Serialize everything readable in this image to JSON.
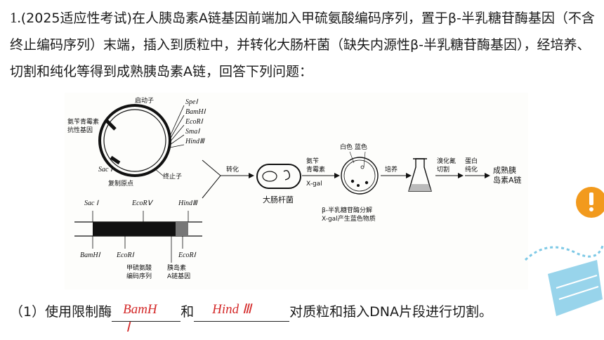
{
  "question": {
    "number": "1.",
    "source": "(2025适应性考试)",
    "text": "在人胰岛素A链基因前端加入甲硫氨酸编码序列，置于β-半乳糖苷酶基因（不含终止编码序列）末端，插入到质粒中，并转化大肠杆菌（缺失内源性β-半乳糖苷酶基因），经培养、切割和纯化等得到成熟胰岛素A链，回答下列问题："
  },
  "figure": {
    "plasmid": {
      "promoter": "启动子",
      "resistance_l1": "氨苄青霉素",
      "resistance_l2": "抗性基因",
      "origin": "复制原点",
      "terminator": "终止子",
      "sac": "Sac Ⅰ",
      "sites": [
        "SpeⅠ",
        "BamHⅠ",
        "EcoRⅠ",
        "SmaⅠ",
        "HindⅢ"
      ]
    },
    "fragment": {
      "top_sites": [
        "Sac Ⅰ",
        "EcoRⅤ",
        "HindⅢ"
      ],
      "bottom_sites": [
        "BamHⅠ",
        "EcoRⅠ",
        "EcoRⅠ"
      ],
      "met_l1": "甲硫氨酸",
      "met_l2": "编码序列",
      "ins_l1": "胰岛素",
      "ins_l2": "A链基因"
    },
    "flow": {
      "transform": "转化",
      "ecoli": "大肠杆菌",
      "medium_l1": "氨苄",
      "medium_l2": "青霉素",
      "medium_l3": "X-gal",
      "colony_labels": "白色  蓝色",
      "note_l1": "β-半乳糖苷酶分解",
      "note_l2": "X-gal产生蓝色物质",
      "culture": "培养",
      "cut_l1": "溴化氰",
      "cut_l2": "切割",
      "purify_l1": "蛋白",
      "purify_l2": "纯化",
      "product_l1": "成熟胰",
      "product_l2": "岛素A链"
    }
  },
  "answer": {
    "prefix": "（1）使用限制酶",
    "mid": "和",
    "suffix": "对质粒和插入DNA片段进行切割。",
    "ans1_line1": "BamH",
    "ans1_line2": "Ⅰ",
    "ans2": "Hind Ⅲ"
  },
  "colors": {
    "accent_red": "#d42a2a",
    "deco_blue": "#7ec9e6",
    "deco_orange": "#f29a1d"
  }
}
